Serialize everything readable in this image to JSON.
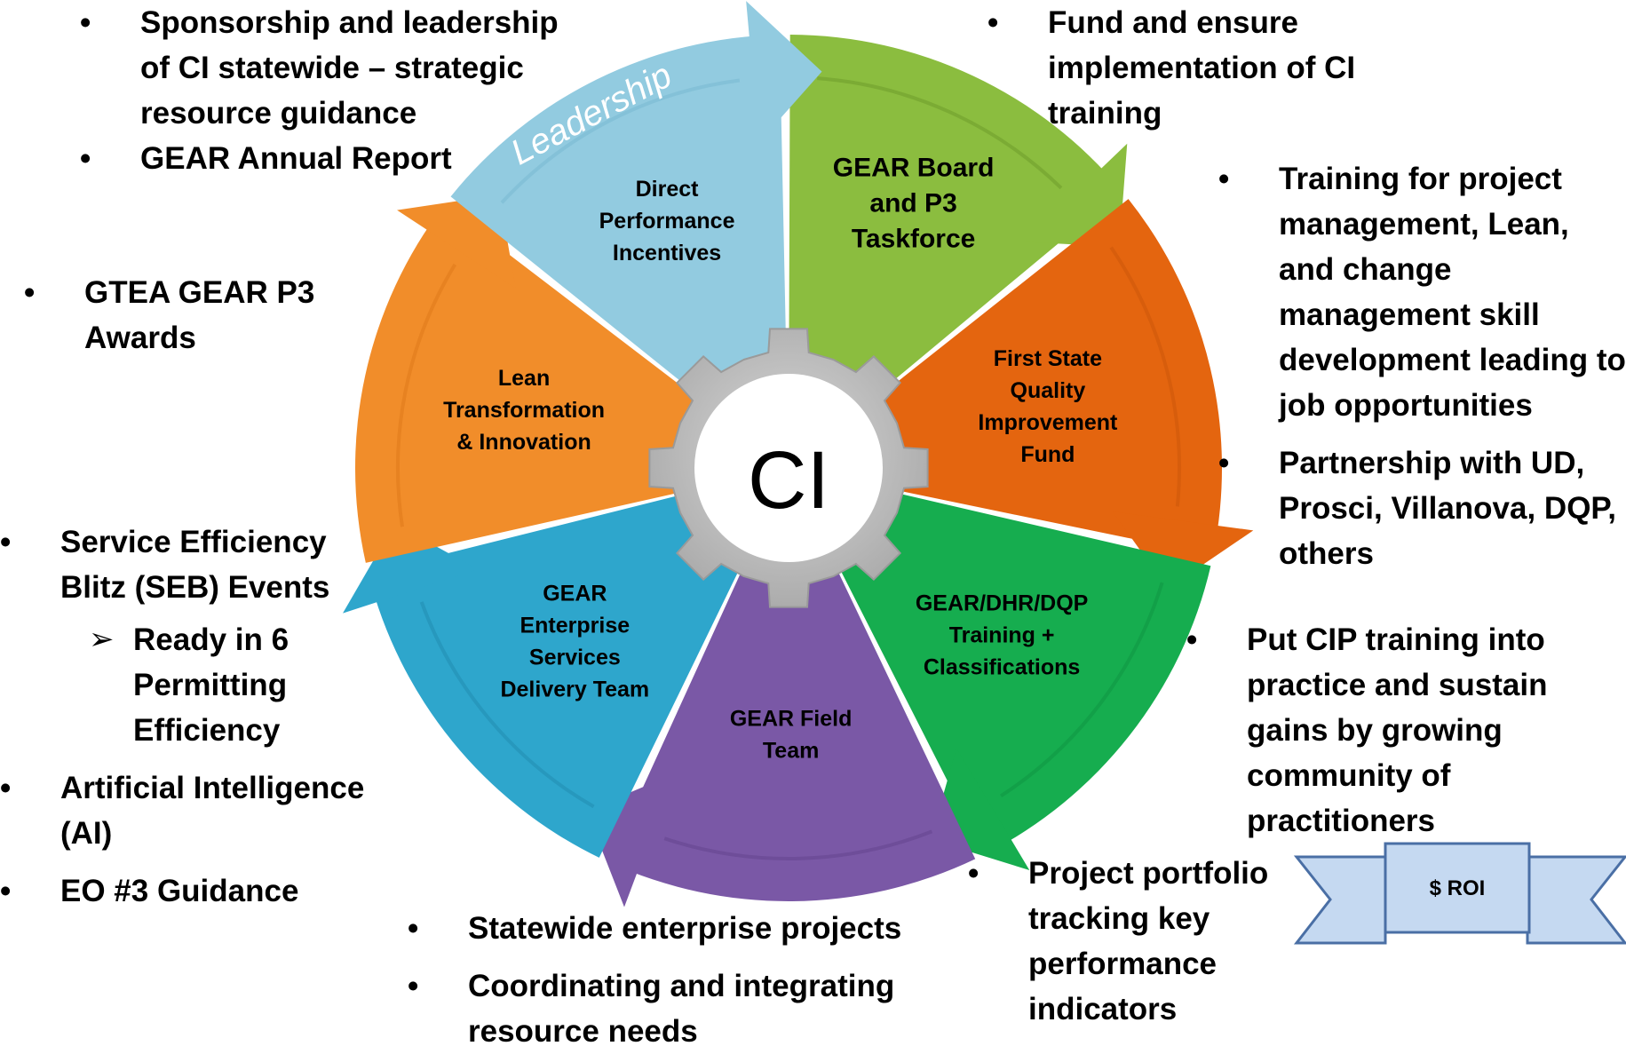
{
  "center": {
    "label": "CI"
  },
  "segments": [
    {
      "label_lines": [
        "GEAR Board",
        "and P3",
        "Taskforce"
      ],
      "color": "#8bbd3f",
      "dark": "#5e8a20"
    },
    {
      "label_lines": [
        "First State",
        "Quality",
        "Improvement",
        "Fund"
      ],
      "color": "#e4650f",
      "dark": "#c0510a"
    },
    {
      "label_lines": [
        "GEAR/DHR/DQP",
        "Training +",
        "Classifications"
      ],
      "color": "#16ad4f",
      "dark": "#0c8a3b"
    },
    {
      "label_lines": [
        "GEAR Field",
        "Team"
      ],
      "color": "#7a58a6",
      "dark": "#583a80"
    },
    {
      "label_lines": [
        "GEAR",
        "Enterprise",
        "Services",
        "Delivery Team"
      ],
      "color": "#2ea6cc",
      "dark": "#1a7da0"
    },
    {
      "label_lines": [
        "Lean",
        "Transformation",
        "& Innovation"
      ],
      "color": "#f18d2a",
      "dark": "#d56f12"
    },
    {
      "label_lines": [
        "Direct",
        "Performance",
        "Incentives"
      ],
      "color": "#92cbe0",
      "dark": "#6aaec9"
    }
  ],
  "arc_label": "Leadership",
  "notes": {
    "leadership": [
      "Sponsorship and leadership of CI statewide – strategic resource guidance",
      "GEAR Annual Report"
    ],
    "fund": [
      "Fund and ensure implementation of CI training"
    ],
    "training": [
      "Training for project management, Lean, and change management skill development leading to job opportunities",
      "Partnership with UD, Prosci, Villanova, DQP, others"
    ],
    "awards": [
      "GTEA GEAR P3 Awards"
    ],
    "seb": {
      "item": "Service Efficiency Blitz (SEB) Events",
      "sub": "Ready in 6 Permitting Efficiency",
      "items": [
        "Artificial Intelligence (AI)",
        "EO #3 Guidance"
      ]
    },
    "field": [
      "Put CIP training into practice and sustain gains by growing community of practitioners"
    ],
    "portfolio": [
      "Project portfolio tracking key performance indicators"
    ],
    "enterprise": [
      "Statewide enterprise projects",
      "Coordinating and integrating resource needs"
    ]
  },
  "roi": {
    "label": "$ ROI",
    "color": "#c5d9f1",
    "border": "#4a6fa5"
  }
}
